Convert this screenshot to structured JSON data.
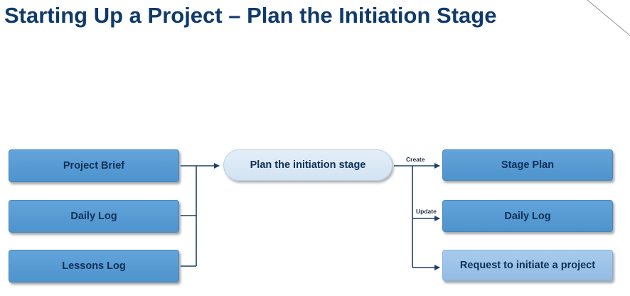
{
  "title": "Starting Up a Project – Plan the Initiation Stage",
  "inputs": [
    {
      "label": "Project Brief"
    },
    {
      "label": "Daily Log"
    },
    {
      "label": "Lessons Log"
    }
  ],
  "process": {
    "label": "Plan the initiation stage"
  },
  "outputs": [
    {
      "label": "Stage Plan",
      "edge": "Create"
    },
    {
      "label": "Daily Log",
      "edge": "Update"
    },
    {
      "label": "Request to initiate a project",
      "edge": ""
    }
  ],
  "colors": {
    "title": "#0f3a6b",
    "box": "#5a9ed6",
    "box_light": "#9fc5ea",
    "pill": "#dbe8f5",
    "line": "#1f3f6b"
  }
}
